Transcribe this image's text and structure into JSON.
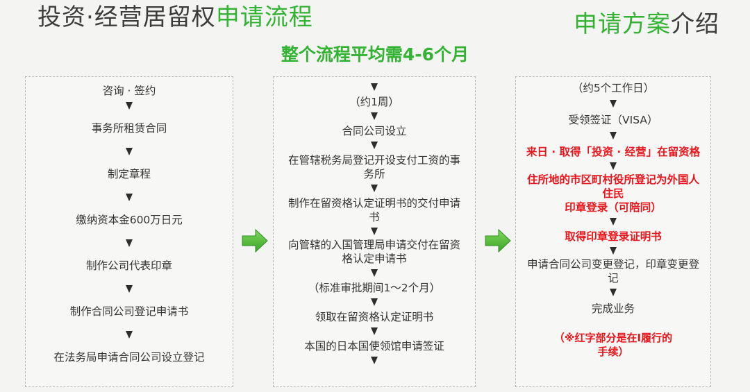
{
  "header": {
    "title_part1": "投资·经营居留权",
    "title_part2": "申请流程",
    "right_part1": "申请方案",
    "right_part2": "介绍",
    "subtitle": "整个流程平均需4-6个月"
  },
  "colors": {
    "accent_green": "#33b233",
    "highlight_red": "#e8161c",
    "text": "#333333"
  },
  "column1": [
    "咨询 · 签约",
    "事务所租赁合同",
    "制定章程",
    "缴纳资本金600万日元",
    "制作公司代表印章",
    "制作合同公司登记申请书",
    "在法务局申请合同公司设立登记"
  ],
  "column2": [
    "（约1周）",
    "合同公司设立",
    "在管辖税务局登记开设支付工资的事务所",
    "制作在留资格认定证明书的交付申请书",
    "向管辖的入国管理局申请交付在留资格认定申请书",
    "（标准审批期间1～2个月）",
    "领取在留资格认定证明书",
    "本国的日本国使领馆申请签证"
  ],
  "column3": {
    "duration": "（约5个工作日）",
    "visa": "受领签证（VISA）",
    "arrival": "来日 · 取得「投资 · 经营」在留资格",
    "registration_line1": "住所地的市区町村役所登记为外国人住民",
    "registration_line2": "印章登录（可陪同）",
    "seal_certificate": "取得印章登录证明书",
    "company_change": "申请合同公司变更登记，印章变更登记",
    "complete": "完成业务",
    "note": "（※红字部分是在I履行的手续）"
  }
}
